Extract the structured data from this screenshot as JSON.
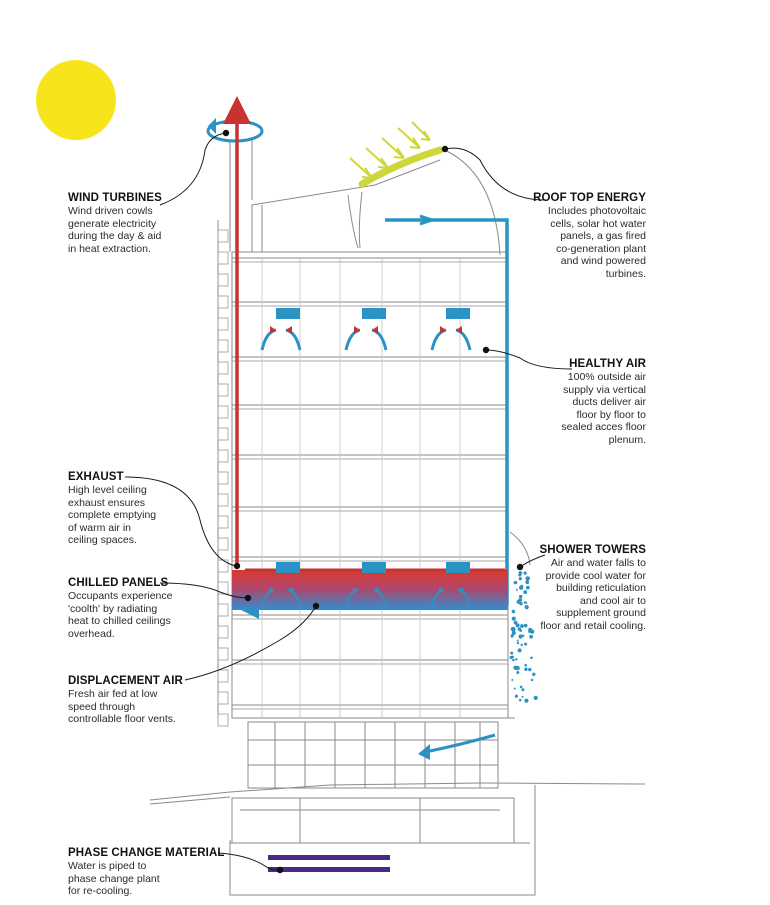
{
  "labels": {
    "wind_turbines": {
      "title": "WIND TURBINES",
      "lines": [
        "Wind driven cowls",
        "generate electricity",
        "during the day & aid",
        "in heat extraction."
      ]
    },
    "roof_top_energy": {
      "title": "ROOF TOP ENERGY",
      "lines": [
        "Includes photovoltaic",
        "cells, solar hot water",
        "panels, a gas fired",
        "co-generation plant",
        "and wind powered",
        "turbines."
      ]
    },
    "healthy_air": {
      "title": "HEALTHY AIR",
      "lines": [
        "100% outside air",
        "supply via vertical",
        "ducts deliver air",
        "floor by floor to",
        "sealed acces floor",
        "plenum."
      ]
    },
    "exhaust": {
      "title": "EXHAUST",
      "lines": [
        "High level ceiling",
        "exhaust ensures",
        "complete emptying",
        "of warm air in",
        "ceiling spaces."
      ]
    },
    "shower_towers": {
      "title": "SHOWER TOWERS",
      "lines": [
        "Air and water falls to",
        "provide cool water for",
        "building reticulation",
        "and cool air to",
        "supplement ground",
        "floor and retail cooling."
      ]
    },
    "chilled_panels": {
      "title": "CHILLED PANELS",
      "lines": [
        "Occupants experience",
        "'coolth' by radiating",
        "heat to chilled ceilings",
        "overhead."
      ]
    },
    "displacement_air": {
      "title": "DISPLACEMENT AIR",
      "lines": [
        "Fresh air fed at low",
        "speed through",
        "controllable floor vents."
      ]
    },
    "phase_change": {
      "title": "PHASE CHANGE MATERIAL",
      "lines": [
        "Water is piped to",
        "phase change plant",
        "for re-cooling."
      ]
    }
  },
  "colors": {
    "sun": "#f5e41a",
    "sun_rays": "#cfd63a",
    "exhaust_red": "#c8322f",
    "supply_blue": "#2b93c4",
    "phase_purple": "#4a2a82",
    "building_line": "#7d7d7d",
    "leader_line": "#1a1a1a"
  }
}
